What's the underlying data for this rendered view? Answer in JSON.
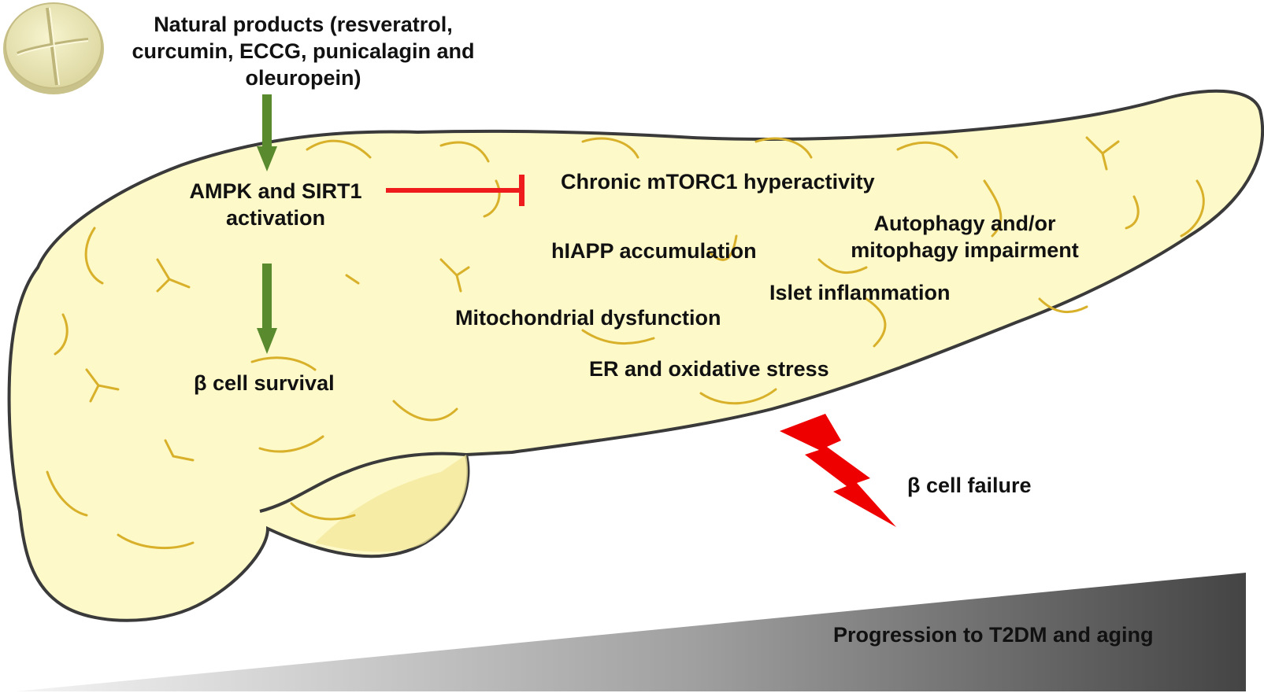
{
  "natural_products": {
    "lines": [
      "Natural products (resveratrol,",
      "curcumin, ECCG, punicalagin and",
      "oleuropein)"
    ]
  },
  "activation": {
    "lines": [
      "AMPK and SIRT1",
      "activation"
    ]
  },
  "survival": {
    "text": "β cell survival"
  },
  "stressors": {
    "mtorc1": "Chronic mTORC1 hyperactivity",
    "hiapp": "hIAPP accumulation",
    "autophagy": [
      "Autophagy and/or",
      "mitophagy impairment"
    ],
    "inflammation": "Islet inflammation",
    "mitochondrial": "Mitochondrial dysfunction",
    "er_stress": "ER and oxidative stress"
  },
  "failure": {
    "text": "β cell failure"
  },
  "progression": {
    "text": "Progression to T2DM and aging"
  },
  "colors": {
    "pancreas_fill": "#fdf9c8",
    "pancreas_outline": "#3a3a3a",
    "lobule_lines": "#d8b02a",
    "activate_arrow": "#5a8a2e",
    "inhibit_line": "#ee1c1c",
    "lightning": "#ee0000",
    "wedge_dark": "#444444",
    "wedge_light": "#f2f2f2",
    "pill_fill": "#ede9b8"
  }
}
